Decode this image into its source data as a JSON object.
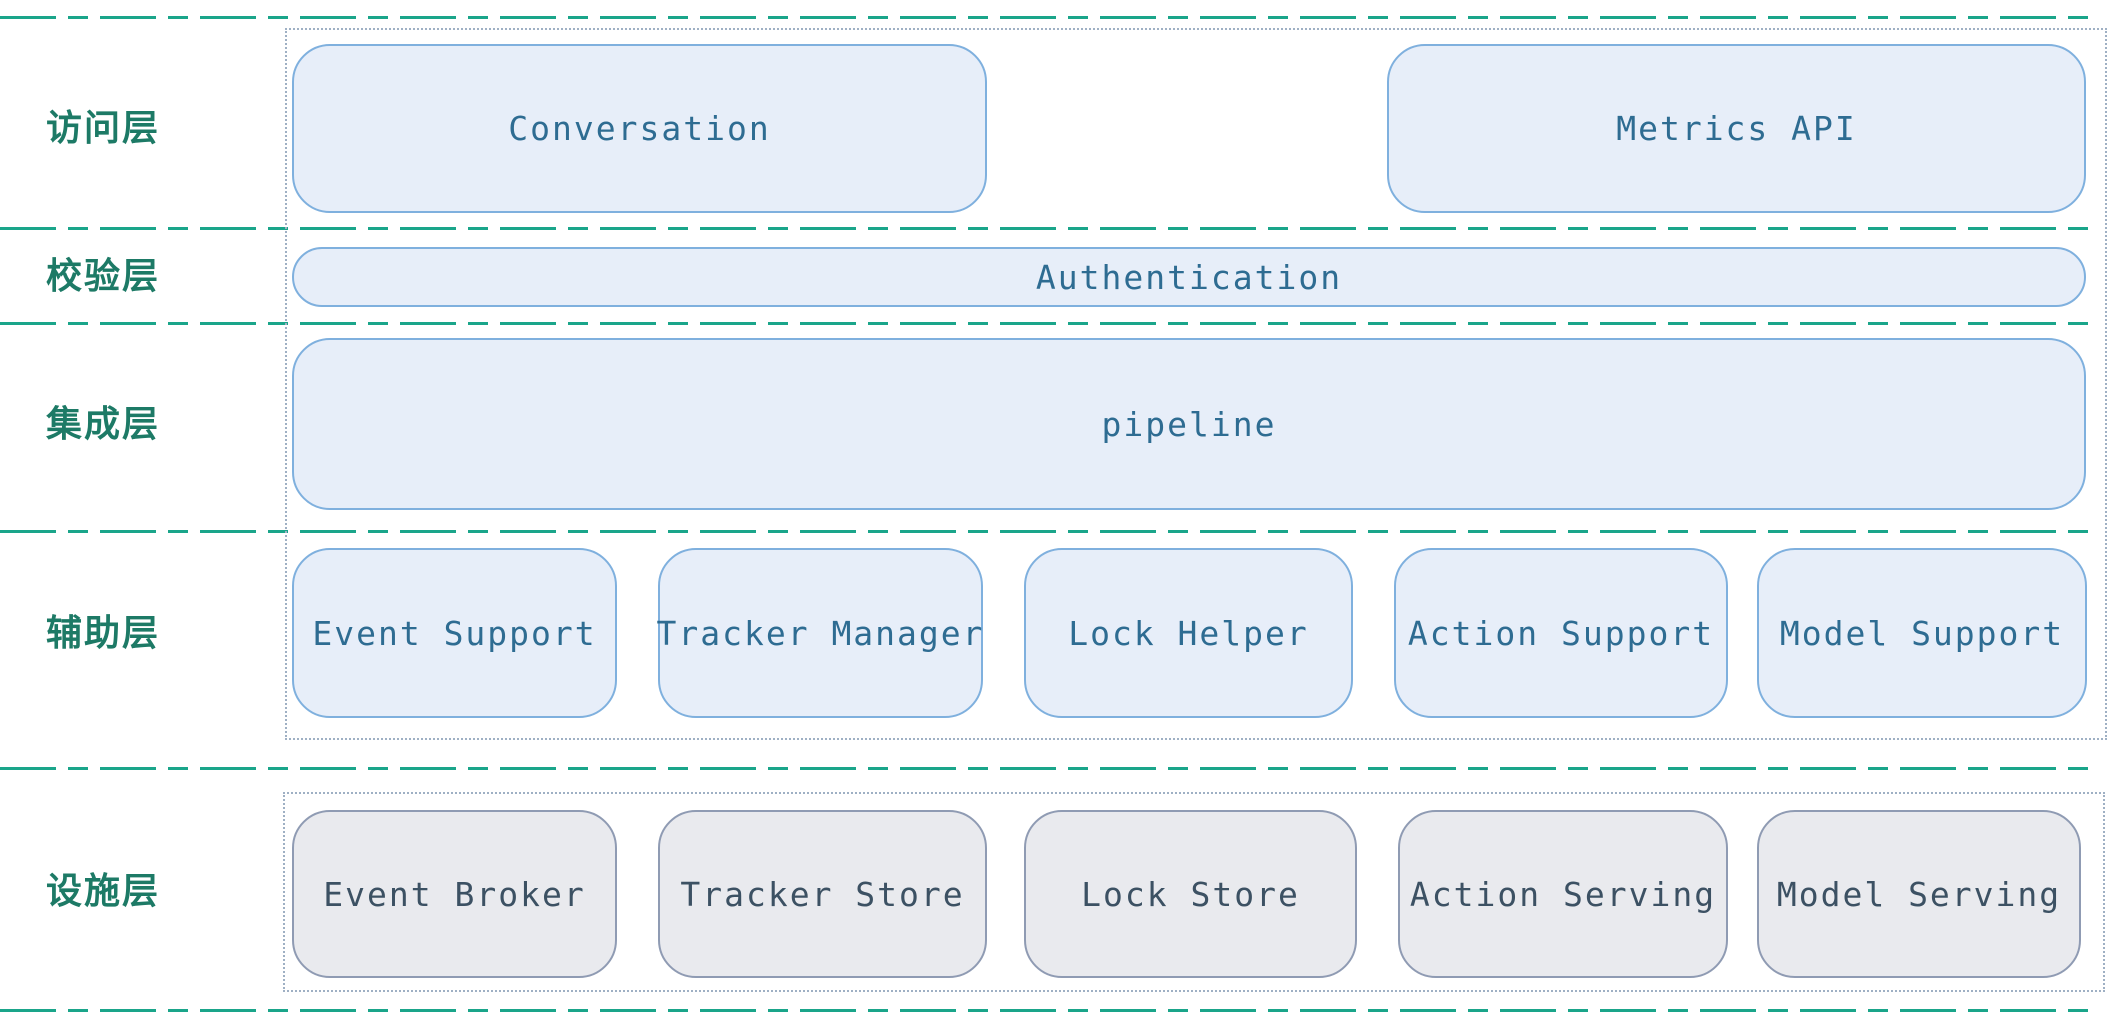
{
  "layers": {
    "access": {
      "label": "访问层",
      "components": [
        "Conversation",
        "Metrics API"
      ]
    },
    "validation": {
      "label": "校验层",
      "components": [
        "Authentication"
      ]
    },
    "integration": {
      "label": "集成层",
      "components": [
        "pipeline"
      ]
    },
    "helper": {
      "label": "辅助层",
      "components": [
        "Event Support",
        "Tracker Manager",
        "Lock Helper",
        "Action Support",
        "Model Support"
      ]
    },
    "infrastructure": {
      "label": "设施层",
      "components": [
        "Event Broker",
        "Tracker Store",
        "Lock Store",
        "Action Serving",
        "Model Serving"
      ]
    }
  },
  "colors": {
    "separator": "#1aa58a",
    "layer_label": "#1d7a66",
    "box_blue_fill": "#e7eef9",
    "box_blue_border": "#7fb0de",
    "box_gray_fill": "#e9eaee",
    "box_gray_border": "#8f9bb3",
    "frame": "#9fb0c4"
  }
}
